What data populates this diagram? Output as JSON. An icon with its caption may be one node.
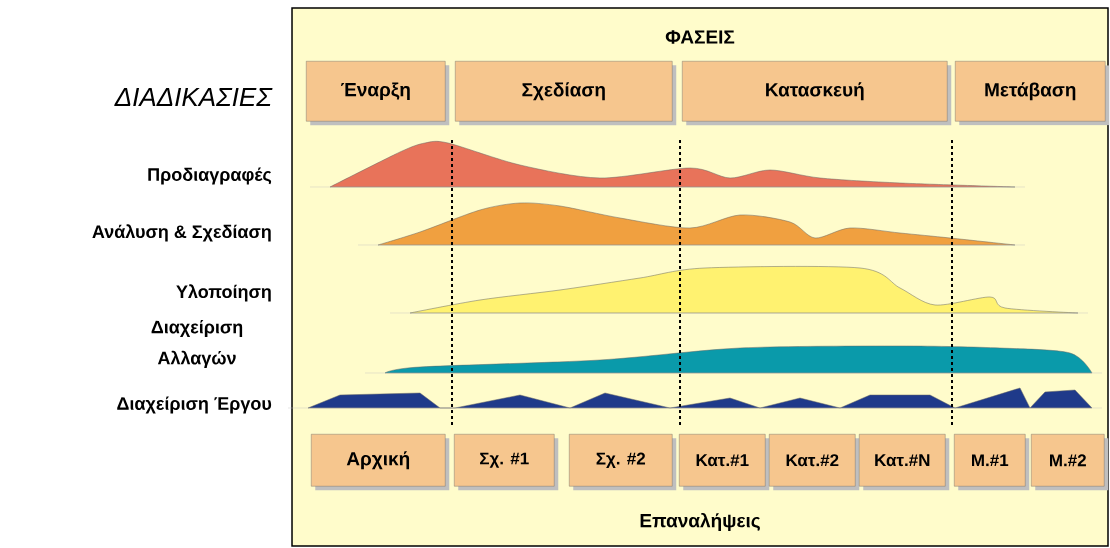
{
  "diagram": {
    "nodes": [
      {
        "text": [
          "ΦΑΣΕΙΣ",
          "Επαναλήψεις"
        ]
      },
      {
        "text": [
          "Έναρξη"
        ],
        "in": 0
      },
      {
        "text": [
          "Σχεδίαση"
        ],
        "in": 0
      },
      {
        "text": [
          "Κατασκευή"
        ],
        "in": 0
      },
      {
        "text": [
          "Μετάβαση"
        ],
        "in": 0
      },
      {
        "text": [
          "Αρχική"
        ],
        "in": 0
      },
      {
        "text": [
          "Σχ. #1"
        ],
        "in": 0
      },
      {
        "text": [
          "Σχ. #2"
        ],
        "in": 0
      },
      {
        "text": [
          "Κατ.#1"
        ],
        "in": 0
      },
      {
        "text": [
          "Κατ.#2"
        ],
        "in": 0
      },
      {
        "text": [
          "Κατ.#N"
        ],
        "in": 0
      },
      {
        "text": [
          "Μ.#1"
        ],
        "in": 0
      },
      {
        "text": [
          "Μ.#2"
        ],
        "in": 0
      }
    ],
    "labels": [
      "ΔΙΑΔΙΚΑΣΙΕΣ",
      "Προδιαγραφές",
      "Ανάλυση & Σχεδίαση",
      "Υλοποίηση",
      "Διαχείριση Αλλαγών",
      "Διαχείριση Έργου"
    ]
  }
}
